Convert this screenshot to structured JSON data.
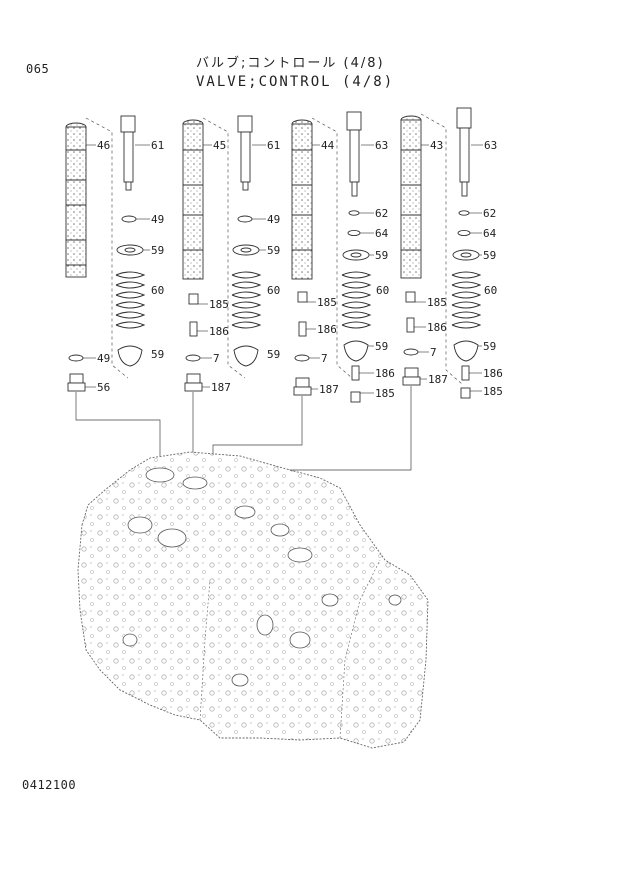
{
  "page_number": "065",
  "title_jp": "バルブ;コントロール (4/8)",
  "title_en": "VALVE;CONTROL (4/8)",
  "drawing_code": "0412100",
  "callouts": [
    {
      "id": "c46a",
      "label": "46"
    },
    {
      "id": "c61a",
      "label": "61"
    },
    {
      "id": "c45",
      "label": "45"
    },
    {
      "id": "c61b",
      "label": "61"
    },
    {
      "id": "c44",
      "label": "44"
    },
    {
      "id": "c63a",
      "label": "63"
    },
    {
      "id": "c43",
      "label": "43"
    },
    {
      "id": "c63b",
      "label": "63"
    },
    {
      "id": "c49a",
      "label": "49"
    },
    {
      "id": "c49b",
      "label": "49"
    },
    {
      "id": "c62a",
      "label": "62"
    },
    {
      "id": "c64a",
      "label": "64"
    },
    {
      "id": "c62b",
      "label": "62"
    },
    {
      "id": "c64b",
      "label": "64"
    },
    {
      "id": "c59a",
      "label": "59"
    },
    {
      "id": "c59b",
      "label": "59"
    },
    {
      "id": "c59c",
      "label": "59"
    },
    {
      "id": "c59d",
      "label": "59"
    },
    {
      "id": "c60a",
      "label": "60"
    },
    {
      "id": "c60b",
      "label": "60"
    },
    {
      "id": "c60c",
      "label": "60"
    },
    {
      "id": "c60d",
      "label": "60"
    },
    {
      "id": "c185a",
      "label": "185"
    },
    {
      "id": "c186a",
      "label": "186"
    },
    {
      "id": "c185b",
      "label": "185"
    },
    {
      "id": "c186b",
      "label": "186"
    },
    {
      "id": "c185c",
      "label": "185"
    },
    {
      "id": "c186c",
      "label": "186"
    },
    {
      "id": "c59e",
      "label": "59"
    },
    {
      "id": "c59f",
      "label": "59"
    },
    {
      "id": "c59g",
      "label": "59"
    },
    {
      "id": "c59h",
      "label": "59"
    },
    {
      "id": "c49c",
      "label": "49"
    },
    {
      "id": "c7a",
      "label": "7"
    },
    {
      "id": "c7b",
      "label": "7"
    },
    {
      "id": "c7c",
      "label": "7"
    },
    {
      "id": "c186d",
      "label": "186"
    },
    {
      "id": "c186e",
      "label": "186"
    },
    {
      "id": "c56",
      "label": "56"
    },
    {
      "id": "c187a",
      "label": "187"
    },
    {
      "id": "c187b",
      "label": "187"
    },
    {
      "id": "c187c",
      "label": "187"
    },
    {
      "id": "c185d",
      "label": "185"
    },
    {
      "id": "c185e",
      "label": "185"
    }
  ]
}
